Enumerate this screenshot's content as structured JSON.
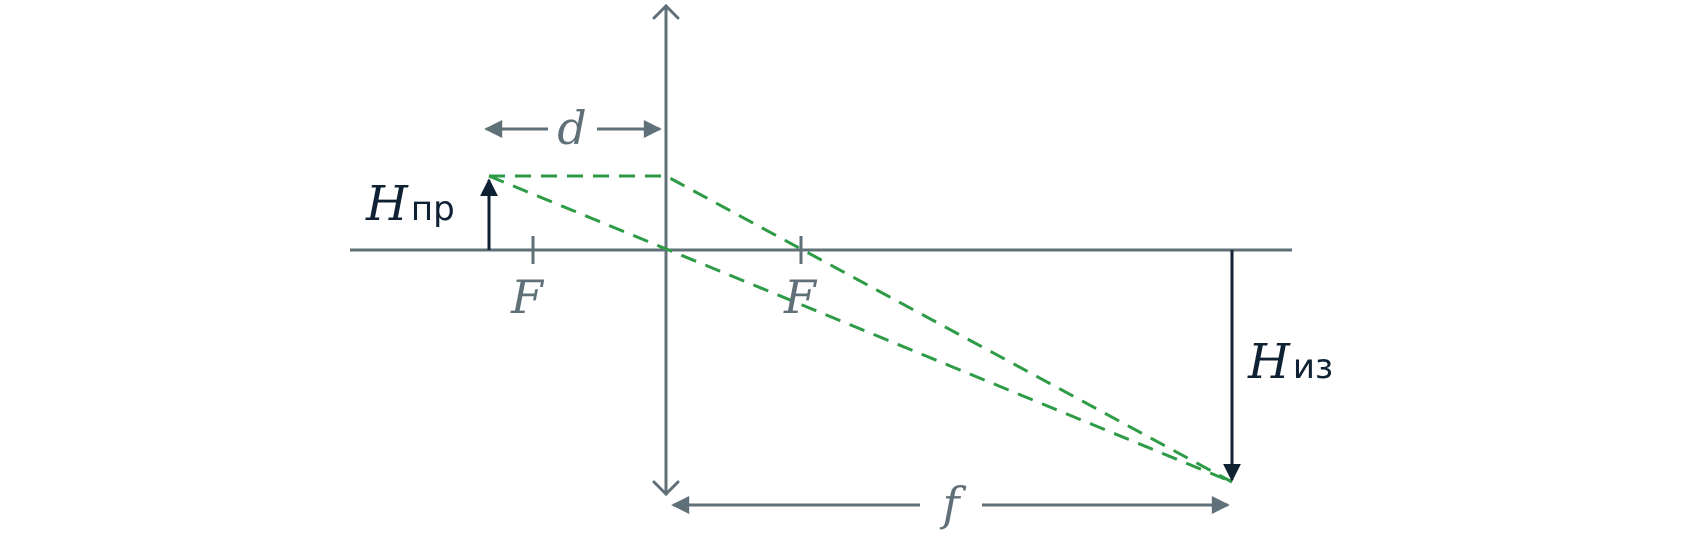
{
  "labels": {
    "object": {
      "main": "H",
      "sub": "пр"
    },
    "image": {
      "main": "H",
      "sub": "из"
    },
    "focus_left": "F",
    "focus_right": "F",
    "object_distance": "d",
    "image_distance": "f"
  },
  "colors": {
    "axis": "#607078",
    "arrow": "#0f2233",
    "ray": "#2e9b46",
    "background": "#ffffff"
  }
}
